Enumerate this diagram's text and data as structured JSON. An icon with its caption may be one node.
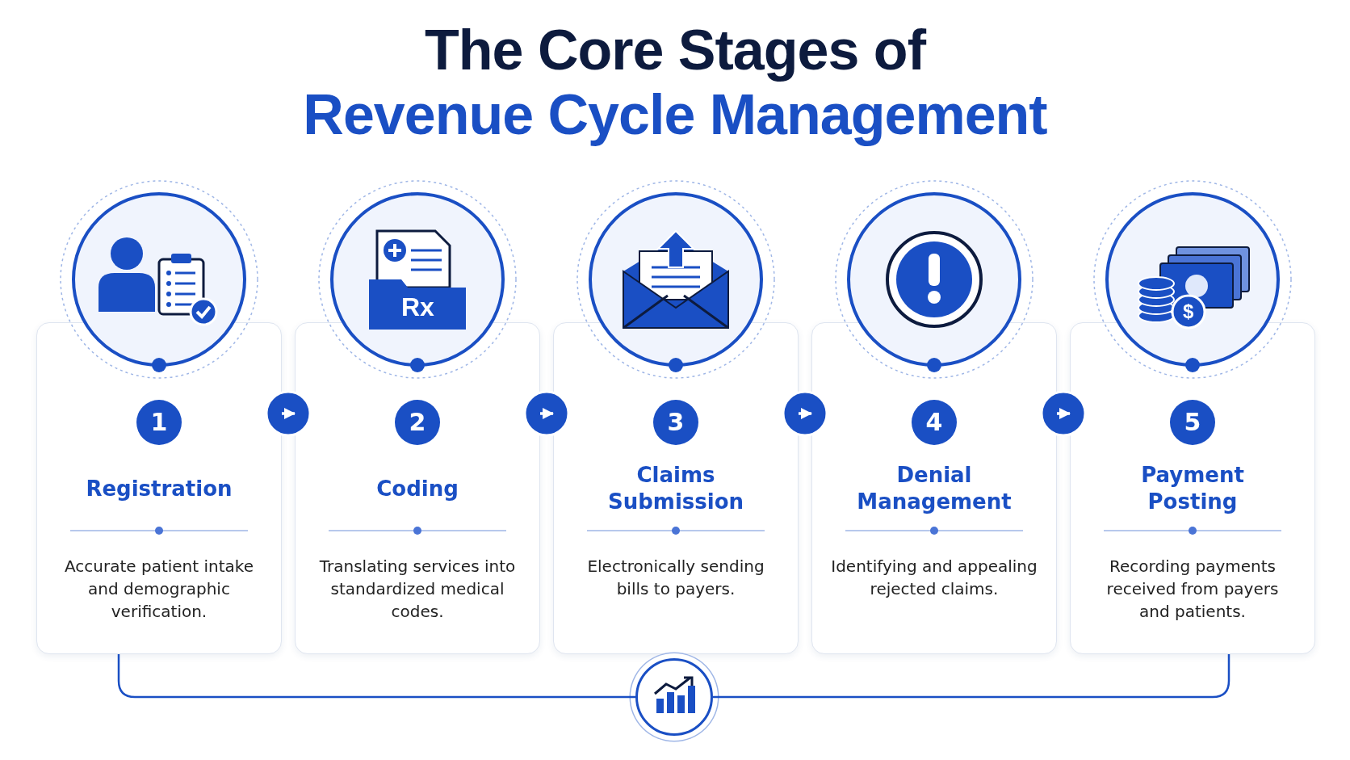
{
  "diagram": {
    "title": "The Core Stages of Revenue Cycle Management",
    "nodes": [
      {
        "text": [
          "1",
          "Registration",
          "Accurate patient intake and demographic verification."
        ]
      },
      {
        "text": [
          "2",
          "Coding",
          "Translating services into standardized medical codes."
        ]
      },
      {
        "text": [
          "3",
          "Claims Submission",
          "Electronically sending bills to payers."
        ]
      },
      {
        "text": [
          "4",
          "Denial Management",
          "Identifying and appealing rejected claims."
        ]
      },
      {
        "text": [
          "5",
          "Payment Posting",
          "Recording payments received from payers and patients."
        ]
      },
      {
        "text": [],
        "shape": "circle"
      }
    ],
    "edges": [
      {
        "from": 0,
        "to": 1,
        "arrow": "to"
      },
      {
        "from": 1,
        "to": 2,
        "arrow": "to"
      },
      {
        "from": 2,
        "to": 3,
        "arrow": "to"
      },
      {
        "from": 3,
        "to": 4,
        "arrow": "to"
      },
      {
        "from": 0,
        "to": 5,
        "arrow": "none",
        "color": "#1a4fc4"
      },
      {
        "from": 5,
        "to": 4,
        "arrow": "none",
        "color": "#1a4fc4"
      }
    ],
    "labels": [
      "Rx",
      "$"
    ]
  }
}
